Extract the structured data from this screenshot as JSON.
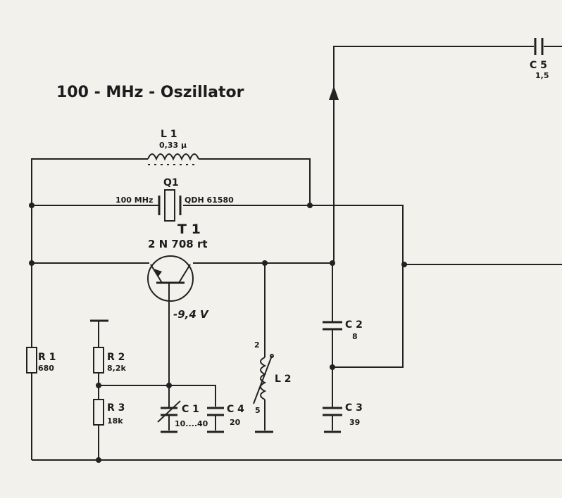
{
  "title": "100 - MHz - Oszillator",
  "components": {
    "L1": {
      "label": "L 1",
      "value": "0,33 µ"
    },
    "Q1": {
      "label": "Q1",
      "freq": "100 MHz",
      "part": "QDH 61580"
    },
    "T1": {
      "label": "T 1",
      "part": "2 N 708 rt",
      "voltage": "-9,4 V"
    },
    "R1": {
      "label": "R 1",
      "value": "680"
    },
    "R2": {
      "label": "R 2",
      "value": "8,2k"
    },
    "R3": {
      "label": "R 3",
      "value": "18k"
    },
    "C1": {
      "label": "C 1",
      "value": "10....40"
    },
    "C2": {
      "label": "C 2",
      "value": "8"
    },
    "C3": {
      "label": "C 3",
      "value": "39"
    },
    "C4": {
      "label": "C 4",
      "value": "20"
    },
    "C5": {
      "label": "C 5",
      "value": "1,5"
    },
    "L2": {
      "label": "L 2",
      "tap_top": "2",
      "tap_bottom": "5"
    }
  }
}
